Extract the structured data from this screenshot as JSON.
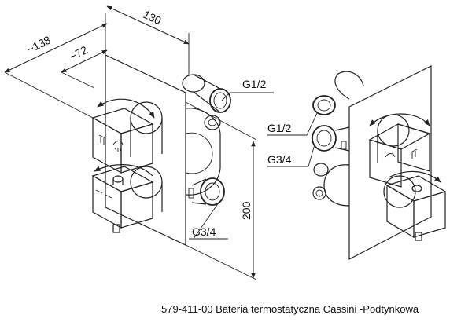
{
  "dimensions": {
    "width_130": "130",
    "depth_138": "~138",
    "depth_72": "~72",
    "height_200": "200"
  },
  "labels": {
    "front_top_port": "G1/2",
    "front_bottom_port": "G3/4",
    "rear_top_port": "G1/2",
    "rear_bottom_port": "G3/4"
  },
  "caption": "579-411-00 Bateria termostatyczna Cassini -Podtynkowa",
  "colors": {
    "line": "#222222",
    "background": "#ffffff"
  }
}
